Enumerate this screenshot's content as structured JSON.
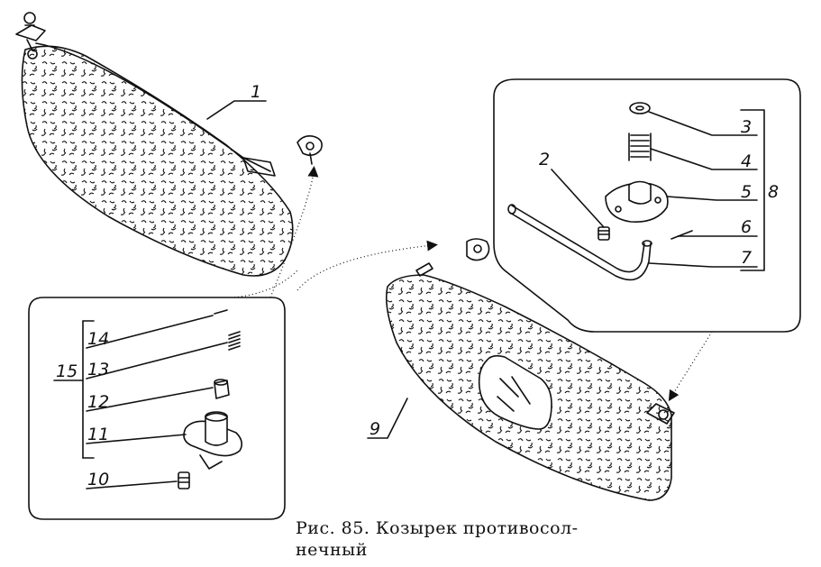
{
  "figure": {
    "caption_line1": "Рис.  85. Козырек  противосол-",
    "caption_line2": "нечный"
  },
  "callouts": [
    {
      "id": "1",
      "text": "1"
    },
    {
      "id": "2",
      "text": "2"
    },
    {
      "id": "3",
      "text": "3"
    },
    {
      "id": "4",
      "text": "4"
    },
    {
      "id": "5",
      "text": "5"
    },
    {
      "id": "6",
      "text": "6"
    },
    {
      "id": "7",
      "text": "7"
    },
    {
      "id": "8",
      "text": "8"
    },
    {
      "id": "9",
      "text": "9"
    },
    {
      "id": "10",
      "text": "10"
    },
    {
      "id": "11",
      "text": "11"
    },
    {
      "id": "12",
      "text": "12"
    },
    {
      "id": "13",
      "text": "13"
    },
    {
      "id": "14",
      "text": "14"
    },
    {
      "id": "15",
      "text": "15"
    }
  ],
  "colors": {
    "ink": "#111111",
    "paper": "#ffffff"
  }
}
